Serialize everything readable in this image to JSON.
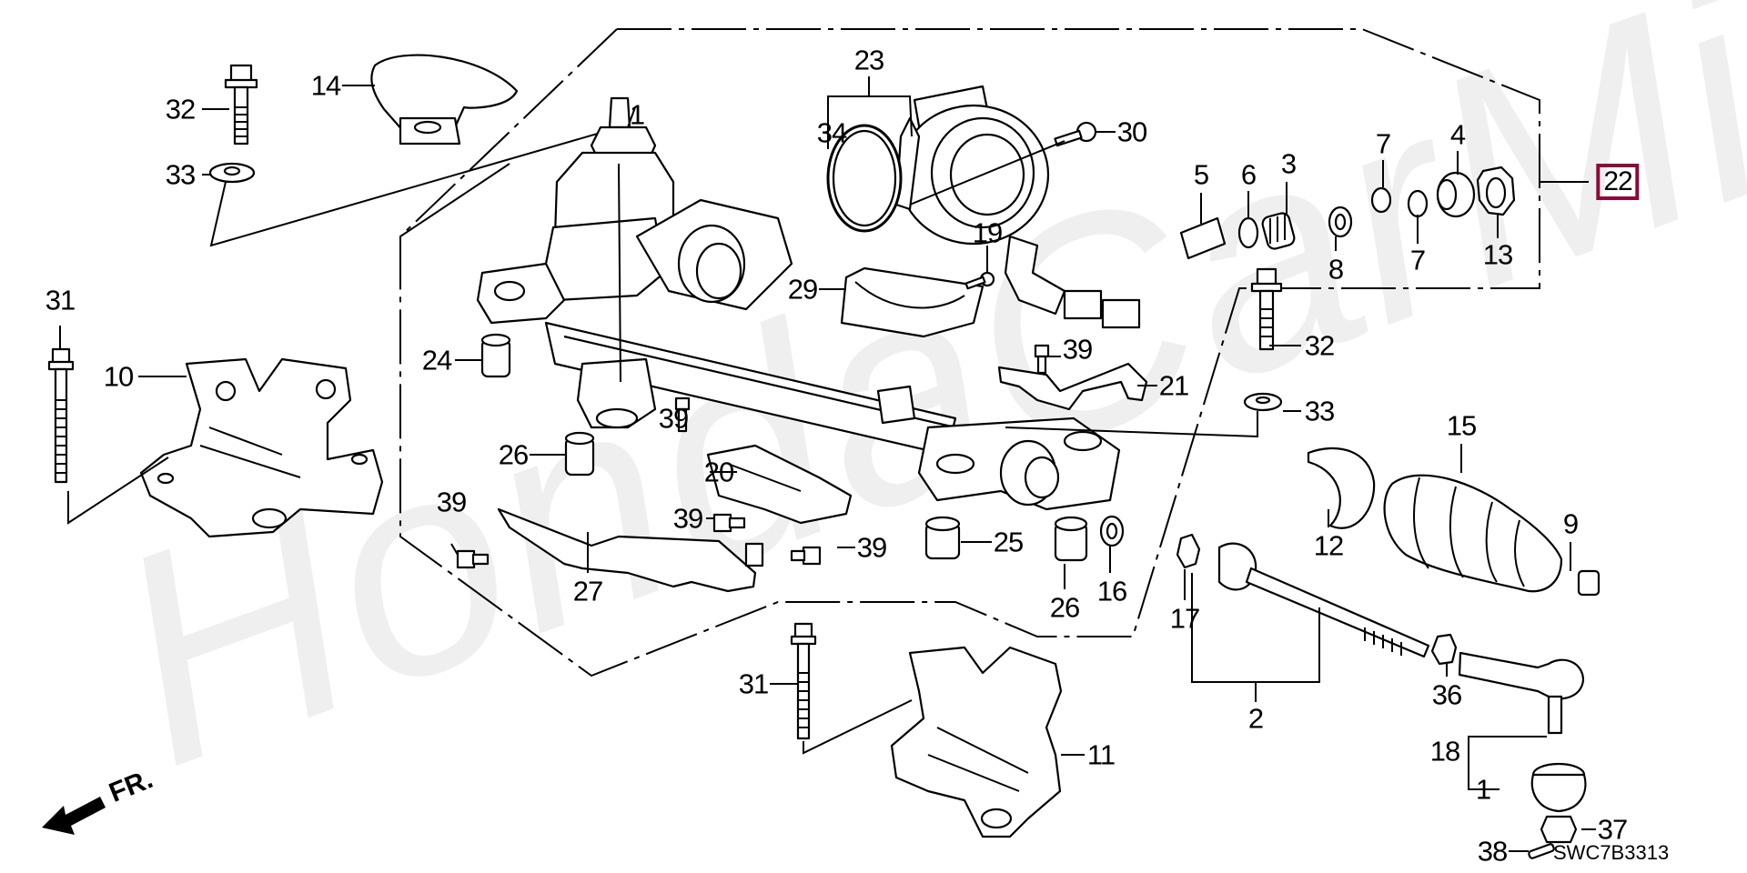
{
  "diagram": {
    "title": "Steering Gear Box",
    "part_code": "SWC7B3313",
    "watermark": "HondaCarMine.ru",
    "direction_marker": "FR.",
    "highlight_color": "#8b0a3a",
    "callouts": [
      {
        "id": "c1a",
        "num": "1"
      },
      {
        "id": "c1b",
        "num": "1"
      },
      {
        "id": "c2",
        "num": "2"
      },
      {
        "id": "c3",
        "num": "3"
      },
      {
        "id": "c4",
        "num": "4"
      },
      {
        "id": "c5",
        "num": "5"
      },
      {
        "id": "c6",
        "num": "6"
      },
      {
        "id": "c7a",
        "num": "7"
      },
      {
        "id": "c7b",
        "num": "7"
      },
      {
        "id": "c8",
        "num": "8"
      },
      {
        "id": "c9",
        "num": "9"
      },
      {
        "id": "c10",
        "num": "10"
      },
      {
        "id": "c11",
        "num": "11"
      },
      {
        "id": "c12",
        "num": "12"
      },
      {
        "id": "c13",
        "num": "13"
      },
      {
        "id": "c14",
        "num": "14"
      },
      {
        "id": "c15",
        "num": "15"
      },
      {
        "id": "c16",
        "num": "16"
      },
      {
        "id": "c17",
        "num": "17"
      },
      {
        "id": "c18",
        "num": "18"
      },
      {
        "id": "c19",
        "num": "19"
      },
      {
        "id": "c20",
        "num": "20"
      },
      {
        "id": "c21",
        "num": "21"
      },
      {
        "id": "c22",
        "num": "22",
        "highlighted": true
      },
      {
        "id": "c23",
        "num": "23"
      },
      {
        "id": "c24",
        "num": "24"
      },
      {
        "id": "c25",
        "num": "25"
      },
      {
        "id": "c26a",
        "num": "26"
      },
      {
        "id": "c26b",
        "num": "26"
      },
      {
        "id": "c27",
        "num": "27"
      },
      {
        "id": "c29",
        "num": "29"
      },
      {
        "id": "c30",
        "num": "30"
      },
      {
        "id": "c31a",
        "num": "31"
      },
      {
        "id": "c31b",
        "num": "31"
      },
      {
        "id": "c32a",
        "num": "32"
      },
      {
        "id": "c32b",
        "num": "32"
      },
      {
        "id": "c33a",
        "num": "33"
      },
      {
        "id": "c33b",
        "num": "33"
      },
      {
        "id": "c34",
        "num": "34"
      },
      {
        "id": "c36",
        "num": "36"
      },
      {
        "id": "c37",
        "num": "37"
      },
      {
        "id": "c38",
        "num": "38"
      },
      {
        "id": "c39a",
        "num": "39"
      },
      {
        "id": "c39b",
        "num": "39"
      },
      {
        "id": "c39c",
        "num": "39"
      },
      {
        "id": "c39d",
        "num": "39"
      },
      {
        "id": "c39e",
        "num": "39"
      }
    ]
  }
}
